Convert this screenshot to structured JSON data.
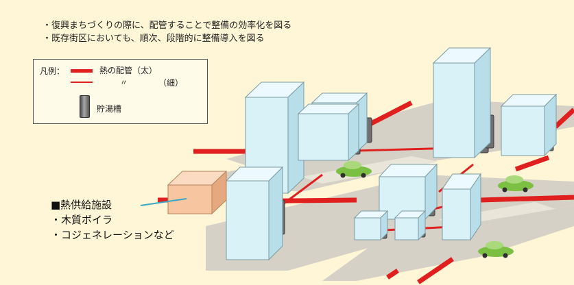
{
  "bullets": [
    "・復興まちづくりの際に、配管することで整備の効率化を図る",
    "・既存街区においても、順次、段階的に整備導入を図る"
  ],
  "legend": {
    "title": "凡例：",
    "thick_pipe": "熱の配管（太）",
    "thin_pipe_ditto": "〃",
    "thin_pipe_note": "（細）",
    "tank": "貯湯槽"
  },
  "facility": {
    "title": "■熱供給施設",
    "items": [
      "・木質ボイラ",
      "・コジェネレーションなど"
    ]
  },
  "colors": {
    "background": "#fef6d6",
    "pipe": "#e01f1f",
    "building": "#d8f2f8",
    "facility": "#f7c59f",
    "ground": "#d7d2c6",
    "car": "#7cc043"
  }
}
